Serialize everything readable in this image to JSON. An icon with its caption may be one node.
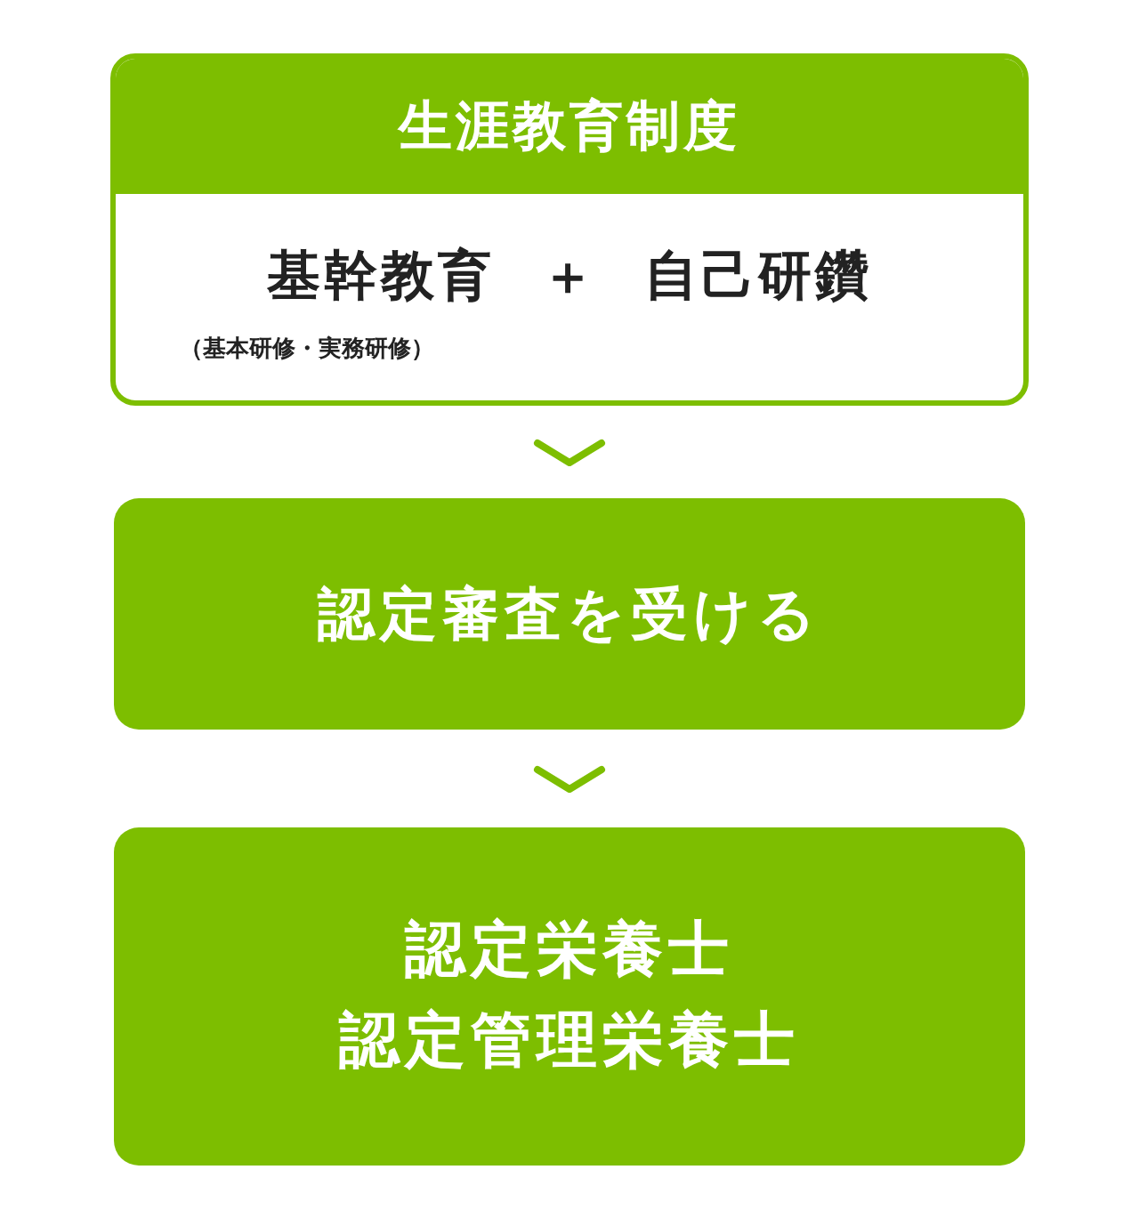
{
  "diagram": {
    "nodes": [
      {
        "text": [
          "生涯教育制度",
          "基幹教育",
          "＋",
          "自己研鑽",
          "（基本研修・実務研修）"
        ]
      },
      {
        "text": [
          "認定審査を受ける"
        ]
      },
      {
        "text": [
          "認定栄養士",
          "認定管理栄養士"
        ]
      }
    ],
    "edges": [
      {
        "from": 0,
        "to": 1,
        "arrow": "to"
      },
      {
        "from": 1,
        "to": 2,
        "arrow": "to"
      }
    ]
  }
}
